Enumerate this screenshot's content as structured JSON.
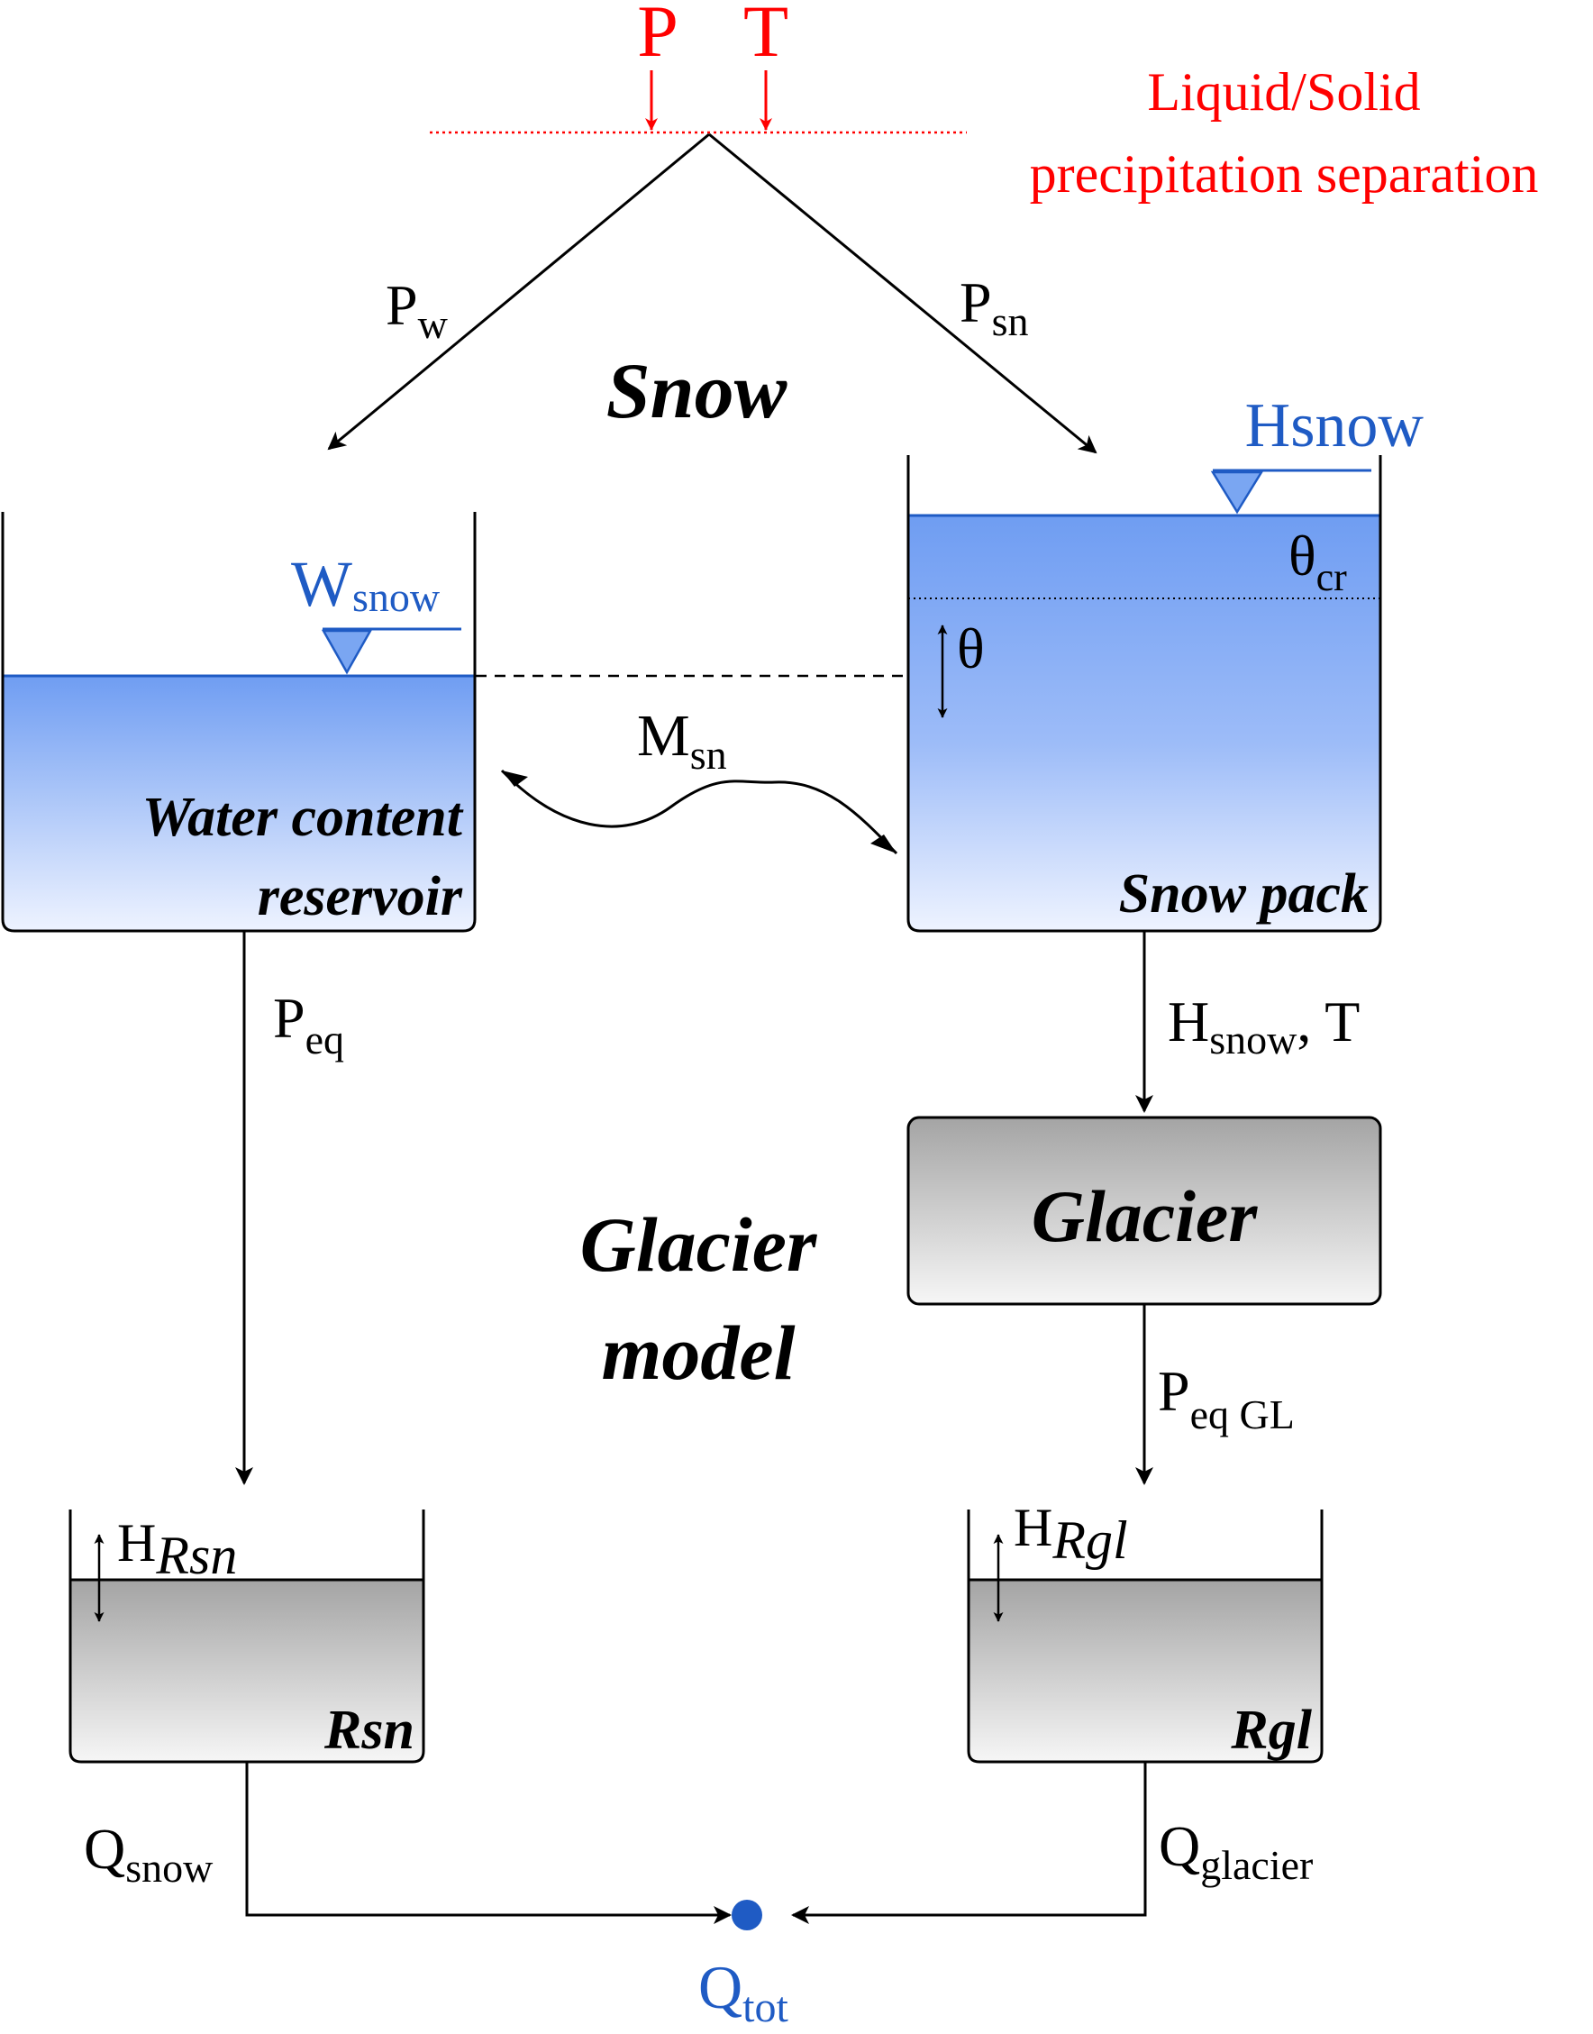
{
  "inputs": {
    "p": "P",
    "t": "T",
    "separation_line1": "Liquid/Solid",
    "separation_line2": "precipitation separation"
  },
  "flows": {
    "pw_main": "P",
    "pw_sub": "w",
    "psn_main": "P",
    "psn_sub": "sn",
    "msn_main": "M",
    "msn_sub": "sn",
    "peq_main": "P",
    "peq_sub": "eq",
    "hsnow_t_main": "H",
    "hsnow_t_sub": "snow",
    "hsnow_t_tail": ", T",
    "peqgl_main": "P",
    "peqgl_sub": "eq GL",
    "qsnow_main": "Q",
    "qsnow_sub": "snow",
    "qglacier_main": "Q",
    "qglacier_sub": "glacier",
    "qtot_main": "Q",
    "qtot_sub": "tot"
  },
  "sections": {
    "snow": "Snow",
    "glacier_model_line1": "Glacier",
    "glacier_model_line2": "model"
  },
  "reservoirs": {
    "water_content_line1": "Water content",
    "water_content_line2": "reservoir",
    "wsnow_main": "W",
    "wsnow_sub": "snow",
    "snow_pack": "Snow pack",
    "hsnow_level": "Hsnow",
    "theta_cr_main": "θ",
    "theta_cr_sub": "cr",
    "theta": "θ",
    "glacier": "Glacier",
    "rsn": "Rsn",
    "hrsn_main": "H",
    "hrsn_sub": "Rsn",
    "rgl": "Rgl",
    "hrgl_main": "H",
    "hrgl_sub": "Rgl"
  },
  "colors": {
    "red": "#ff0000",
    "blue": "#1f5bc4",
    "water_top": "#6f9df2",
    "water_bottom": "#eaf1ff",
    "gray_top": "#a8a8a8",
    "gray_bottom": "#f4f4f4",
    "stroke": "#000000"
  }
}
